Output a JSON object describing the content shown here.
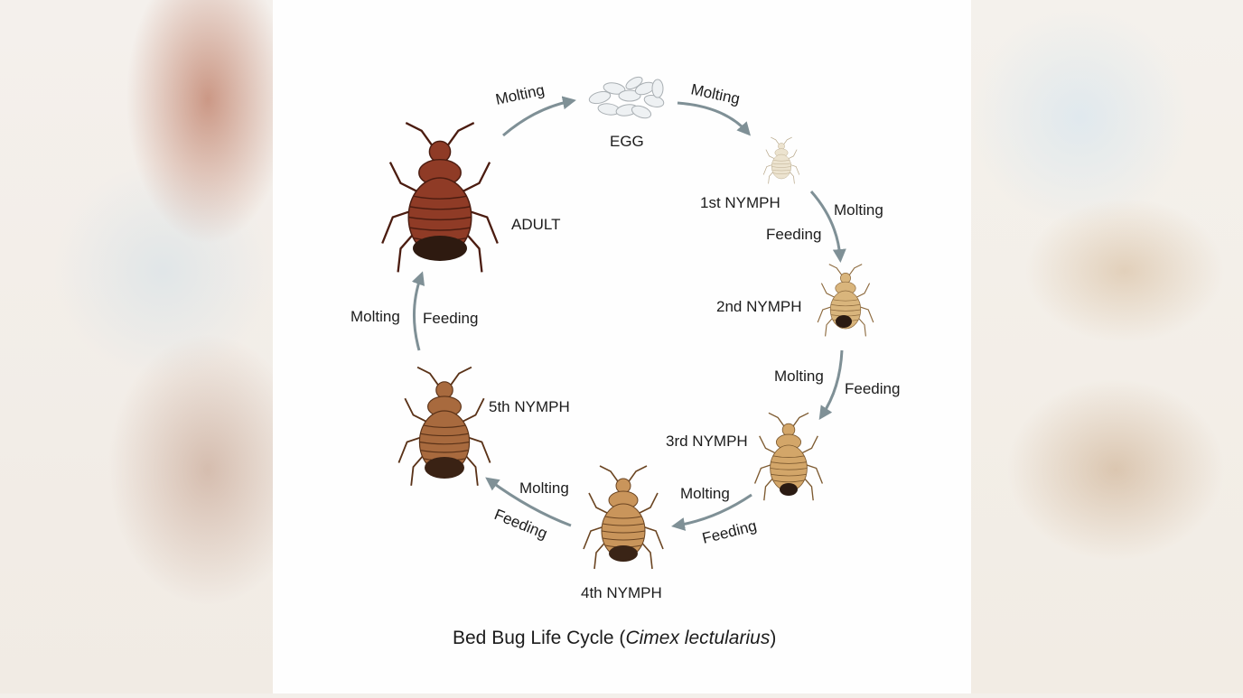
{
  "title": {
    "prefix": "Bed Bug Life Cycle (",
    "species": "Cimex lectularius",
    "suffix": ")"
  },
  "stages": {
    "egg": "EGG",
    "nymph1": "1st NYMPH",
    "nymph2": "2nd NYMPH",
    "nymph3": "3rd NYMPH",
    "nymph4": "4th NYMPH",
    "nymph5": "5th NYMPH",
    "adult": "ADULT"
  },
  "transitions": {
    "adult_to_egg": [
      "Molting"
    ],
    "egg_to_n1": [
      "Molting"
    ],
    "n1_to_n2": [
      "Molting",
      "Feeding"
    ],
    "n2_to_n3": [
      "Molting",
      "Feeding"
    ],
    "n3_to_n4": [
      "Molting",
      "Feeding"
    ],
    "n4_to_n5": [
      "Molting",
      "Feeding"
    ],
    "n5_to_adult": [
      "Molting",
      "Feeding"
    ]
  },
  "colors": {
    "arrow": "#7f9096",
    "egg": "#eef0f2",
    "nymph1": "#ece3cf",
    "nymph2": "#d9b57c",
    "nymph3": "#d3a669",
    "nymph4": "#c9955b",
    "nymph5": "#a86a3e",
    "adult": "#8f3b26"
  }
}
